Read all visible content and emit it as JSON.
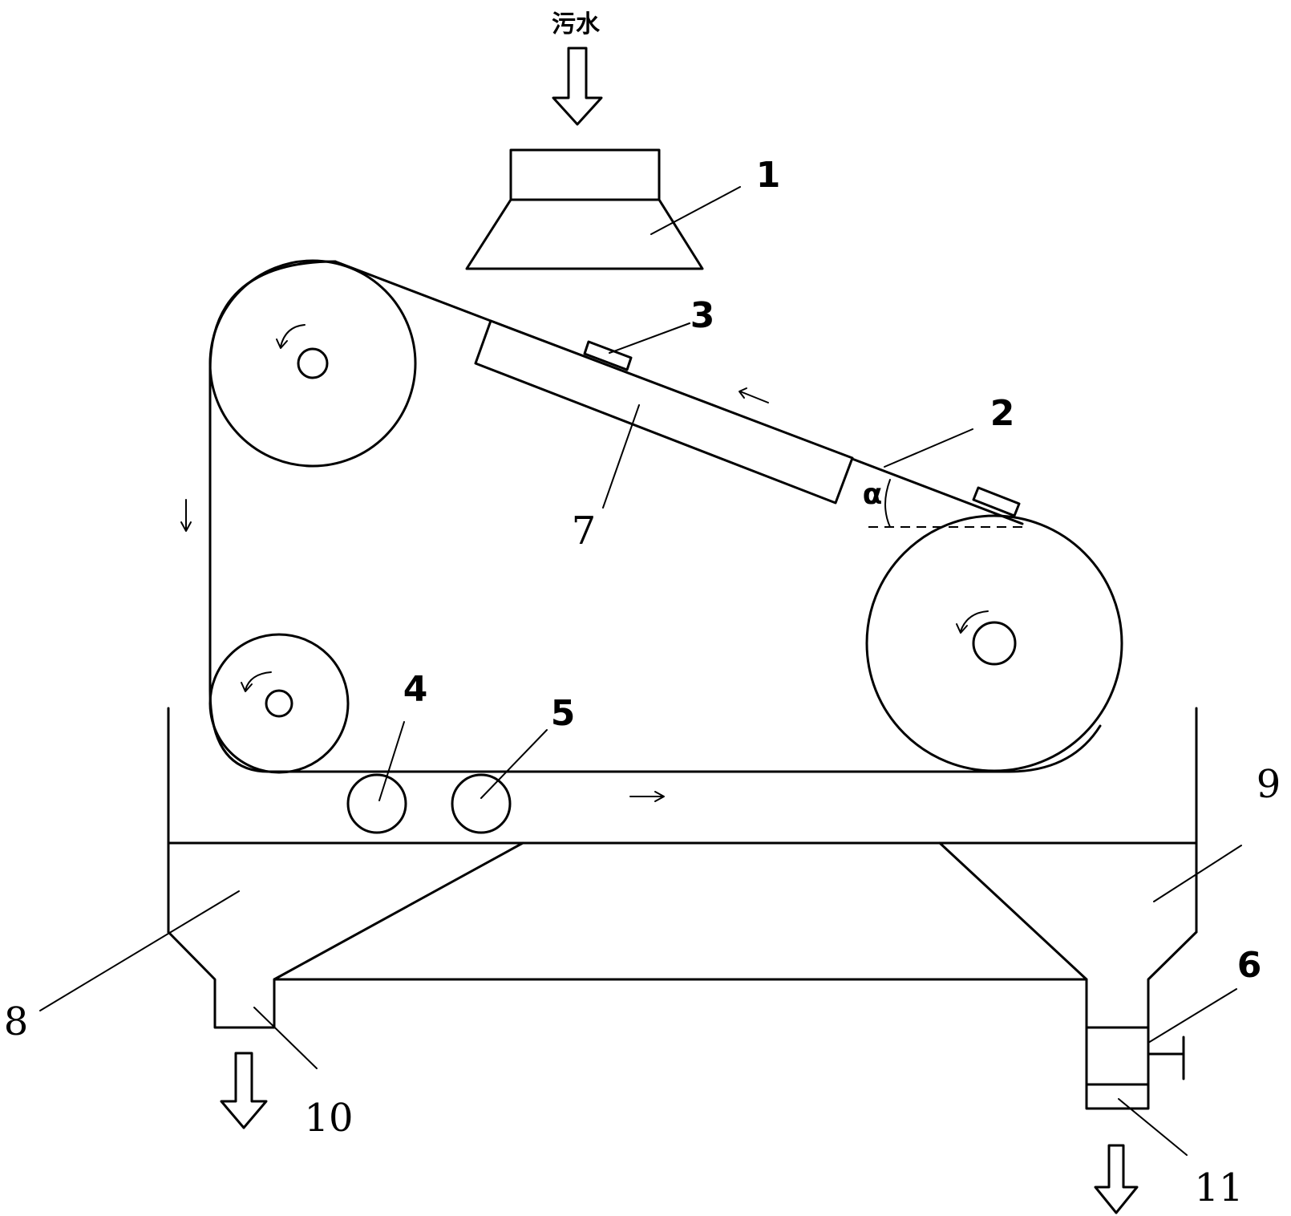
{
  "inlet_label": "污水",
  "angle_symbol": "α",
  "labels": {
    "l1": "1",
    "l2": "2",
    "l3": "3",
    "l4": "4",
    "l5": "5",
    "l6": "6",
    "l7": "7",
    "l8": "8",
    "l9": "9",
    "l10": "10",
    "l11": "11"
  }
}
